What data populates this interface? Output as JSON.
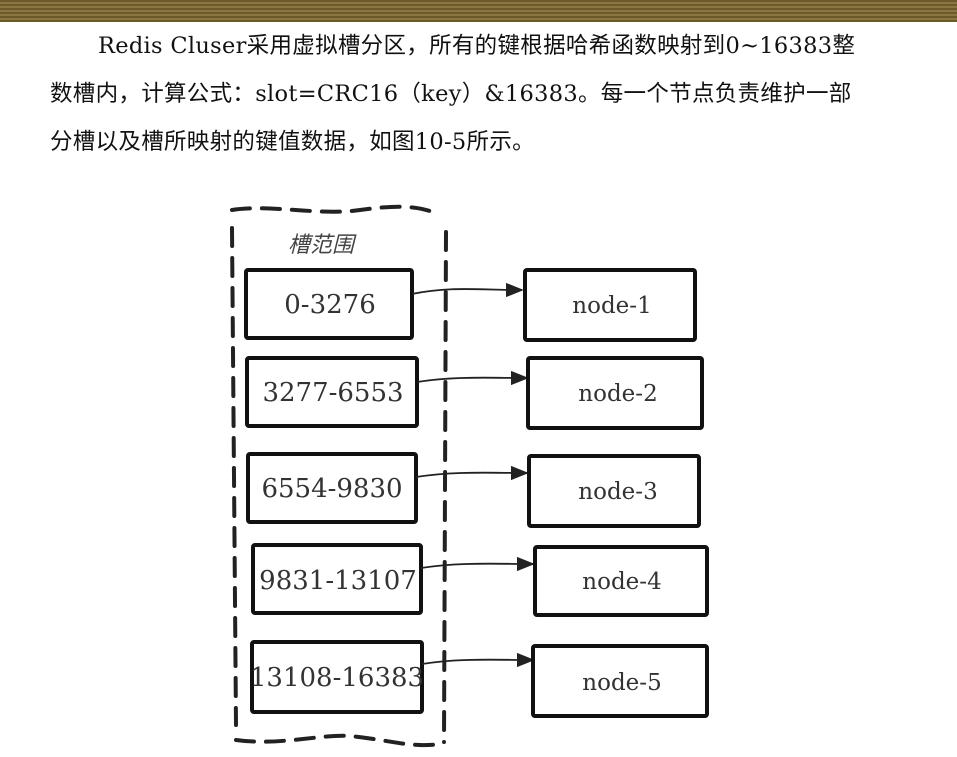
{
  "paragraph": {
    "line1": "Redis Cluser采用虚拟槽分区，所有的键根据哈希函数映射到0~16383整",
    "line2": "数槽内，计算公式：slot=CRC16（key）&16383。每一个节点负责维护一部",
    "line3": "分槽以及槽所映射的键值数据，如图10-5所示。"
  },
  "figure": {
    "column_title": "槽范围",
    "slot_ranges": [
      "0-3276",
      "3277-6553",
      "6554-9830",
      "9831-13107",
      "13108-16383"
    ],
    "nodes": [
      "node-1",
      "node-2",
      "node-3",
      "node-4",
      "node-5"
    ]
  }
}
